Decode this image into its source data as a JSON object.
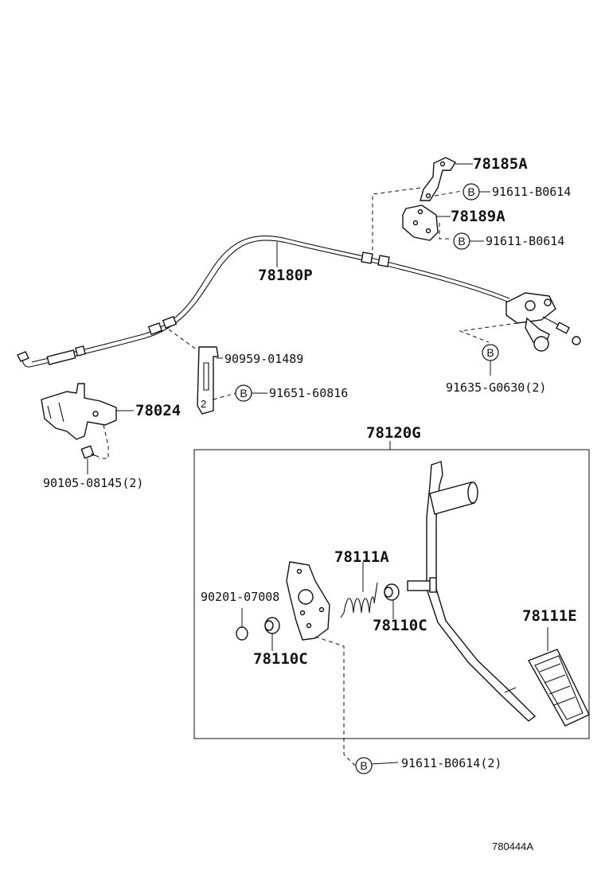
{
  "symbol": "B",
  "labels": {
    "p78185A": "78185A",
    "p91611_a": "91611-B0614",
    "p78189A": "78189A",
    "p91611_b": "91611-B0614",
    "p78180P": "78180P",
    "p90959": "90959-01489",
    "p91651": "91651-60816",
    "p91635": "91635-G0630(2)",
    "p78024": "78024",
    "p90105": "90105-08145(2)",
    "p78120G": "78120G",
    "p78111A": "78111A",
    "p90201": "90201-07008",
    "p78110C_a": "78110C",
    "p78110C_b": "78110C",
    "p78111E": "78111E",
    "p91611_c": "91611-B0614(2)"
  },
  "ref_code": "780444A"
}
